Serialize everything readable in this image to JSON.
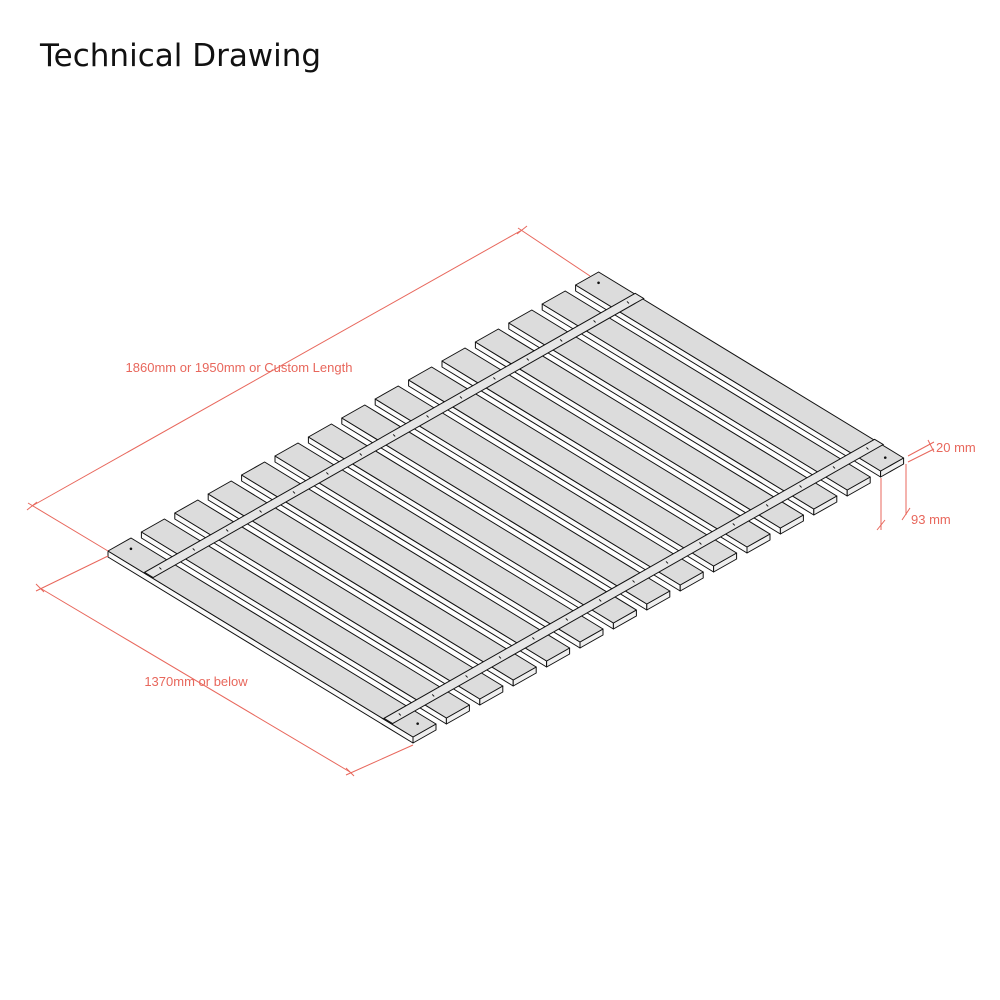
{
  "title": "Technical Drawing",
  "dimensions": {
    "length": "1860mm or 1950mm or Custom Length",
    "width": "1370mm or below",
    "thickness": "20 mm",
    "slat_width": "93 mm"
  },
  "slat_count": 15,
  "colors": {
    "dimension": "#e8675c",
    "slat_top": "#dcdcdc",
    "outline": "#111111"
  }
}
